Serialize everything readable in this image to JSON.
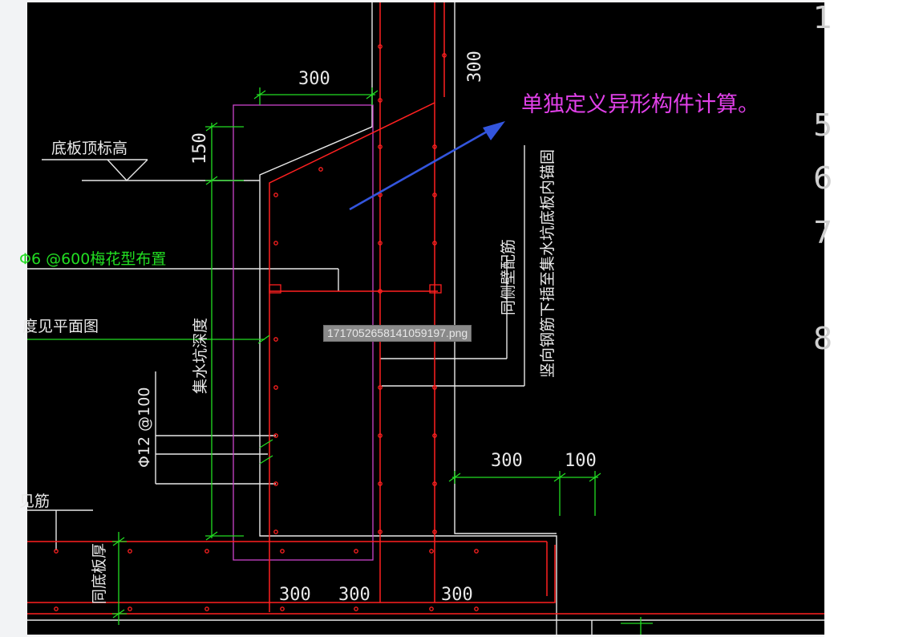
{
  "file_name": "1717052658141059197.png",
  "annotation": "单独定义异形构件计算。",
  "labels": {
    "floor_top_elev": "底板顶标高",
    "plum_layout": "Φ6 @600梅花型布置",
    "see_plan": "度见平面图",
    "pit_depth": "集水坑深度",
    "bar_spacing": "Φ12 @100",
    "ribs": "见筋",
    "slab_thickness": "同底板厚",
    "wall_rebar": "同侧壁配筋",
    "vertical_rebar": "竖向钢筋下插至集水坑底板内锚固"
  },
  "dims": {
    "top_300": "300",
    "right_300": "300",
    "left_150": "150",
    "bottom_300_a": "300",
    "bottom_300_b": "300",
    "bottom_300_c": "300",
    "mid_300": "300",
    "mid_100": "100"
  },
  "edge_fragments": [
    "1",
    "5",
    "6",
    "7",
    "8"
  ],
  "colors": {
    "background": "#000000",
    "rebar": "#ff2020",
    "dimension": "#22dd22",
    "outline": "#ffffff",
    "region": "#cc44cc",
    "annotation": "#e040e8",
    "arrow": "#3355dd"
  }
}
